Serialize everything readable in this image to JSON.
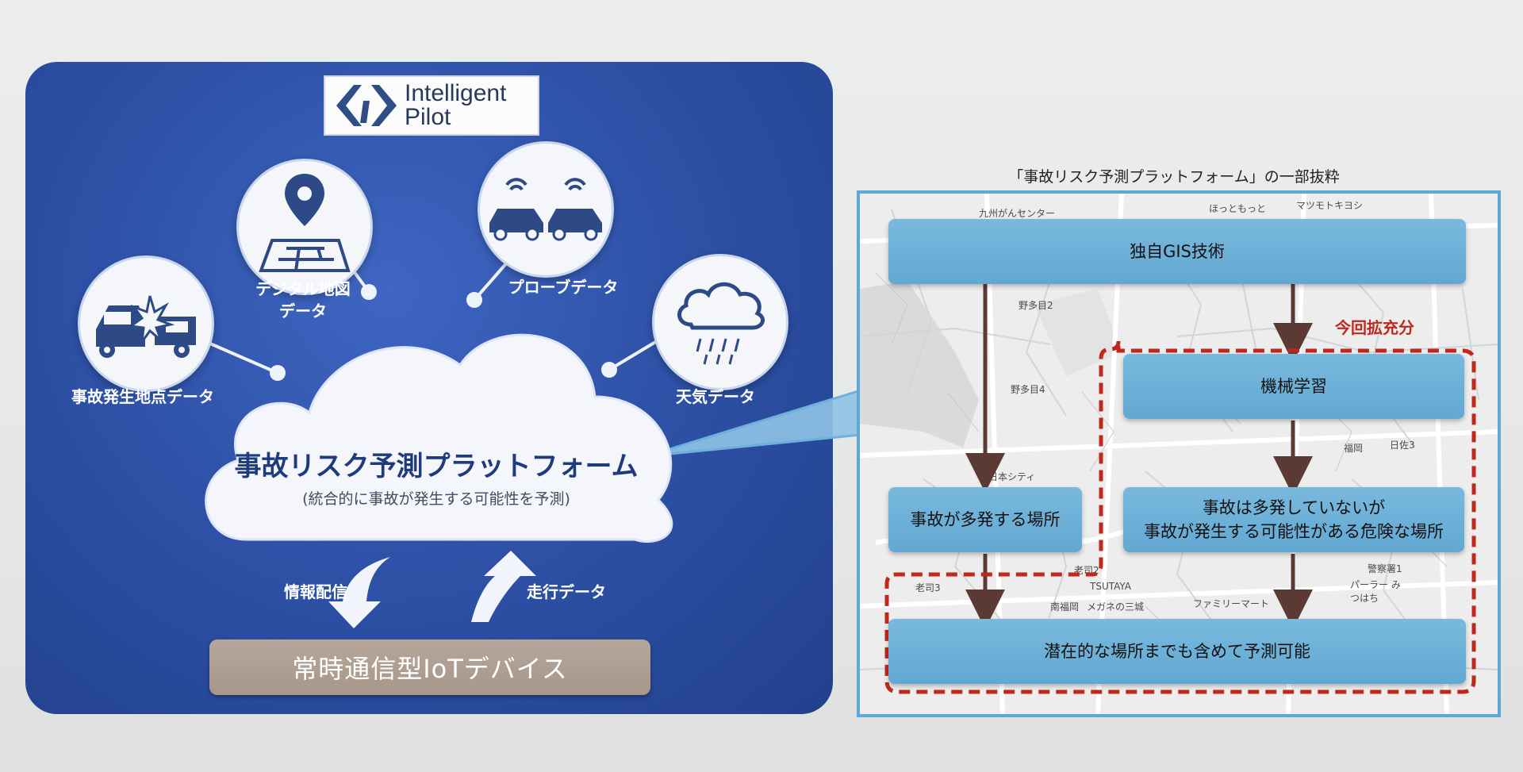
{
  "logo": {
    "line1": "Intelligent",
    "line2": "Pilot"
  },
  "left_diagram": {
    "platform_title": "事故リスク予測プラットフォーム",
    "platform_subtitle": "(統合的に事故が発生する可能性を予測)",
    "inputs": [
      {
        "icon": "car-crash-icon",
        "label_lines": [
          "事故発生地点データ"
        ]
      },
      {
        "icon": "digital-map-icon",
        "label_lines": [
          "デジタル地図",
          "データ"
        ]
      },
      {
        "icon": "connected-cars-icon",
        "label_lines": [
          "プローブデータ"
        ]
      },
      {
        "icon": "rain-cloud-icon",
        "label_lines": [
          "天気データ"
        ]
      }
    ],
    "flow_down_label": "情報配信",
    "flow_up_label": "走行データ",
    "device_label": "常時通信型IoTデバイス",
    "colors": {
      "panel": "#2f52a8",
      "device": "#ab9b8e",
      "cloud": "#f4f6fb"
    }
  },
  "right_diagram": {
    "title": "「事故リスク予測プラットフォーム」の一部抜粋",
    "expansion_label": "今回拡充分",
    "boxes": {
      "gis": "独自GIS技術",
      "ml": "機械学習",
      "frequent": "事故が多発する場所",
      "potential_line1": "事故は多発していないが",
      "potential_line2": "事故が発生する可能性がある危険な場所",
      "result": "潜在的な場所までも含めて予測可能"
    },
    "map_labels": [
      "九州がんセンター",
      "ほっともっと",
      "マツモトキヨシ",
      "野多目2",
      "野多目4",
      "西日本シティ",
      "TSUTAYA",
      "メガネの三城",
      "ファミリーマート",
      "南福岡",
      "日佐3",
      "福岡",
      "老司2",
      "老司3",
      "パーラー みつはち",
      "警察署1"
    ],
    "colors": {
      "box": "#6aafd7",
      "arrow": "#5a3a33",
      "dashed": "#c0271d",
      "frame": "#5fa8d6"
    }
  }
}
